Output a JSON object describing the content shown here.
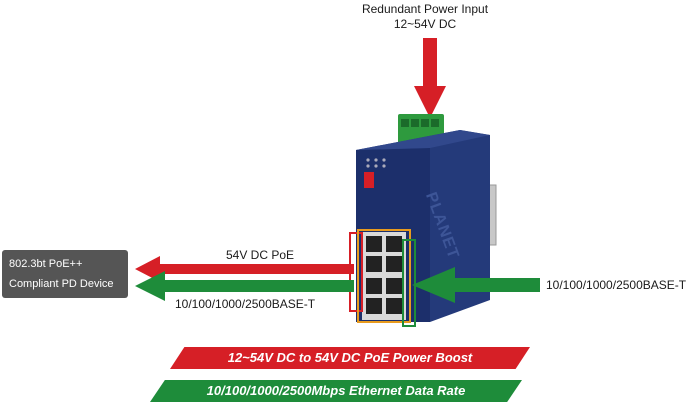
{
  "top_label": {
    "line1": "Redundant Power Input",
    "line2": "12~54V DC"
  },
  "pd_device": {
    "line1": "802.3bt PoE++",
    "line2": "Compliant PD Device"
  },
  "left_labels": {
    "poe": "54V DC PoE",
    "ethernet": "10/100/1000/2500BASE-T"
  },
  "right_label": "10/100/1000/2500BASE-T",
  "device_brand": "PLANET",
  "banners": {
    "red": "12~54V DC to 54V DC PoE Power Boost",
    "green": "10/100/1000/2500Mbps Ethernet Data Rate"
  },
  "colors": {
    "red_arrow": "#d61f26",
    "green_arrow": "#1e8c3a",
    "device_body": "#1c2f6b",
    "pd_box": "#555555"
  }
}
